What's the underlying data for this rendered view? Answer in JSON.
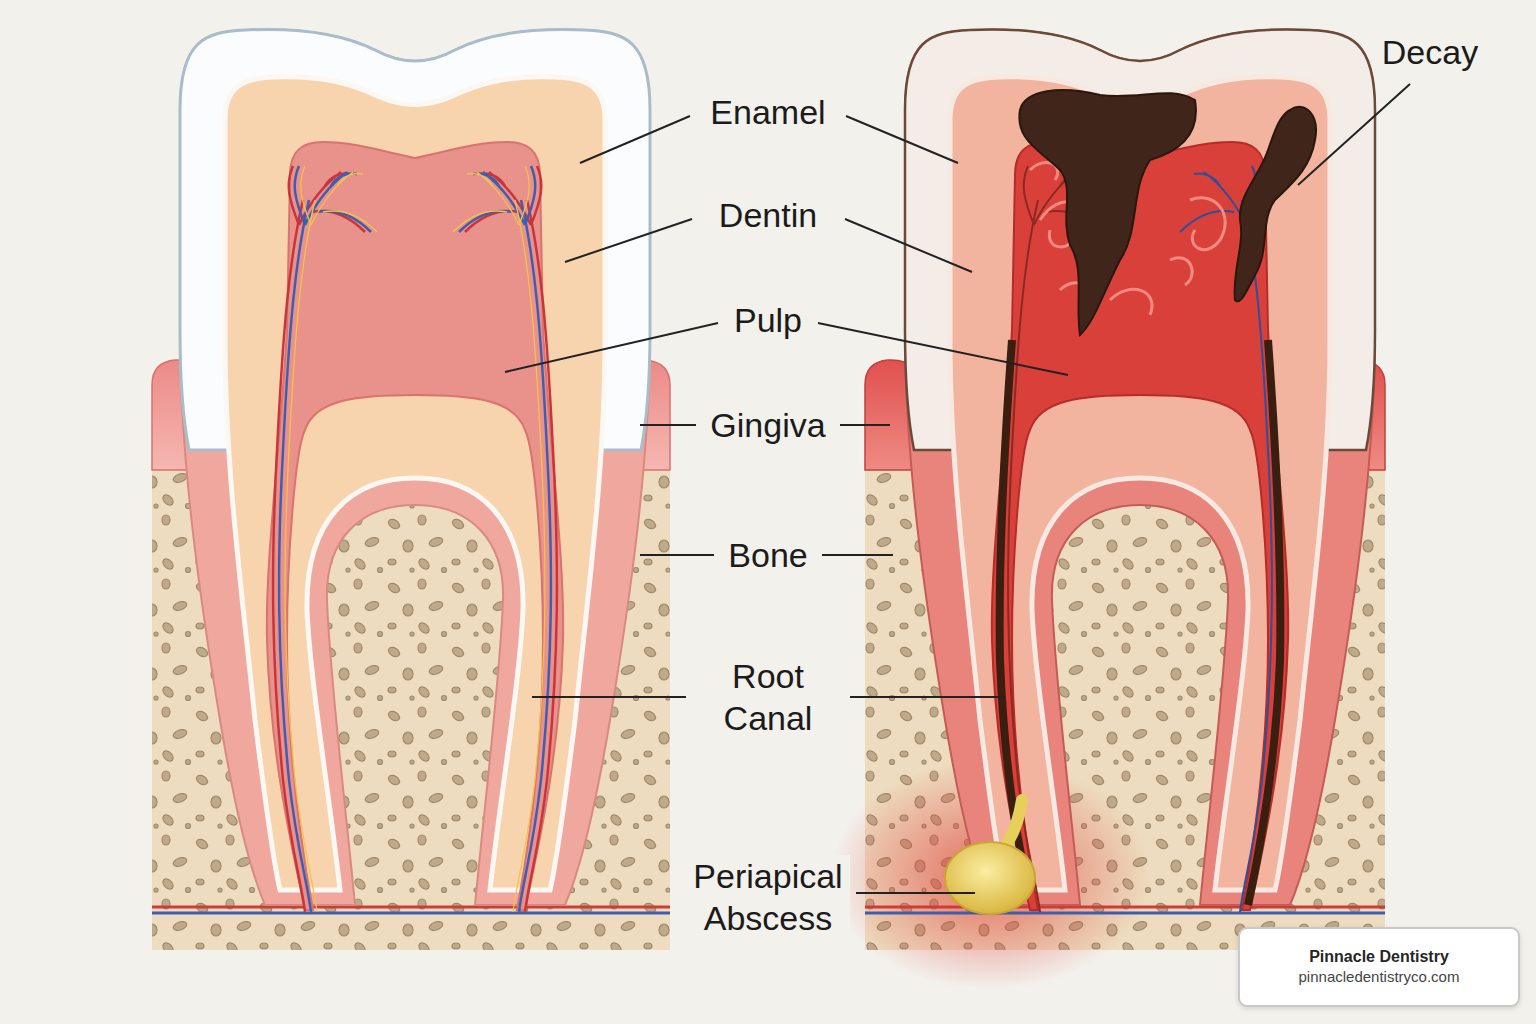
{
  "diagram": {
    "nodes": [
      {
        "text": [
          "Pinnacle Dentistry",
          "pinnacledentistryco.com"
        ]
      }
    ],
    "labels": [
      "Enamel",
      "Dentin",
      "Pulp",
      "Gingiva",
      "Bone",
      "Root Canal",
      "Periapical Abscess",
      "Decay"
    ]
  }
}
